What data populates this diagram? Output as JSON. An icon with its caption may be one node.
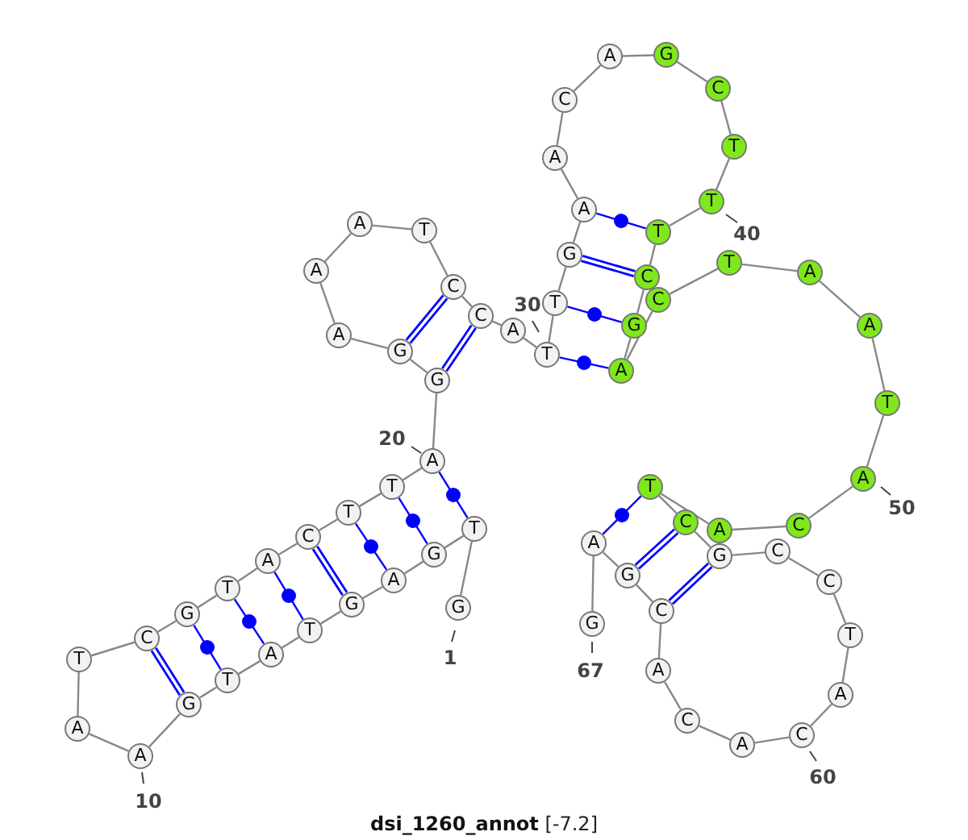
{
  "diagram": {
    "caption": "**dsi_1260_annot** [-7.2]",
    "nodes": [
      {
        "text": [
          "G"
        ],
        "beside": [
          "1"
        ]
      },
      {
        "text": [
          "T"
        ]
      },
      {
        "text": [
          "G"
        ]
      },
      {
        "text": [
          "A"
        ]
      },
      {
        "text": [
          "G"
        ]
      },
      {
        "text": [
          "T"
        ]
      },
      {
        "text": [
          "A"
        ]
      },
      {
        "text": [
          "T"
        ]
      },
      {
        "text": [
          "G"
        ]
      },
      {
        "text": [
          "A"
        ],
        "beside": [
          "10"
        ]
      },
      {
        "text": [
          "A"
        ]
      },
      {
        "text": [
          "T"
        ]
      },
      {
        "text": [
          "C"
        ]
      },
      {
        "text": [
          "G"
        ]
      },
      {
        "text": [
          "T"
        ]
      },
      {
        "text": [
          "A"
        ]
      },
      {
        "text": [
          "C"
        ]
      },
      {
        "text": [
          "T"
        ]
      },
      {
        "text": [
          "T"
        ]
      },
      {
        "text": [
          "A"
        ],
        "beside": [
          "20"
        ]
      },
      {
        "text": [
          "G"
        ]
      },
      {
        "text": [
          "G"
        ]
      },
      {
        "text": [
          "A"
        ]
      },
      {
        "text": [
          "A"
        ]
      },
      {
        "text": [
          "A"
        ]
      },
      {
        "text": [
          "T"
        ]
      },
      {
        "text": [
          "C"
        ]
      },
      {
        "text": [
          "C"
        ]
      },
      {
        "text": [
          "A"
        ]
      },
      {
        "text": [
          "T"
        ]
      },
      {
        "text": [
          "T"
        ]
      },
      {
        "text": [
          "G"
        ]
      },
      {
        "text": [
          "A"
        ]
      },
      {
        "text": [
          "A"
        ]
      },
      {
        "text": [
          "C"
        ]
      },
      {
        "text": [
          "A"
        ]
      },
      {
        "text": [
          "G"
        ]
      },
      {
        "text": [
          "C"
        ]
      },
      {
        "text": [
          "T"
        ]
      },
      {
        "text": [
          "T"
        ],
        "beside": [
          "40"
        ]
      },
      {
        "text": [
          "T"
        ]
      },
      {
        "text": [
          "C"
        ]
      },
      {
        "text": [
          "G"
        ]
      },
      {
        "text": [
          "A"
        ]
      },
      {
        "text": [
          "C"
        ]
      },
      {
        "text": [
          "T"
        ]
      },
      {
        "text": [
          "A"
        ]
      },
      {
        "text": [
          "A"
        ]
      },
      {
        "text": [
          "T"
        ]
      },
      {
        "text": [
          "A"
        ],
        "beside": [
          "50"
        ]
      },
      {
        "text": [
          "C"
        ]
      },
      {
        "text": [
          "A"
        ]
      },
      {
        "text": [
          "T"
        ]
      },
      {
        "text": [
          "C"
        ]
      },
      {
        "text": [
          "G"
        ]
      },
      {
        "text": [
          "C"
        ]
      },
      {
        "text": [
          "C"
        ]
      },
      {
        "text": [
          "T"
        ]
      },
      {
        "text": [
          "A"
        ]
      },
      {
        "text": [
          "C"
        ],
        "beside": [
          "60"
        ]
      },
      {
        "text": [
          "A"
        ]
      },
      {
        "text": [
          "C"
        ]
      },
      {
        "text": [
          "A"
        ]
      },
      {
        "text": [
          "C"
        ]
      },
      {
        "text": [
          "G"
        ]
      },
      {
        "text": [
          "A"
        ]
      },
      {
        "text": [
          "G"
        ],
        "beside": [
          "67"
        ]
      }
    ],
    "edges": [
      {
        "from": 0,
        "to": 1,
        "arrow": "none"
      },
      {
        "from": 1,
        "to": 2,
        "arrow": "none"
      },
      {
        "from": 2,
        "to": 3,
        "arrow": "none"
      },
      {
        "from": 3,
        "to": 4,
        "arrow": "none"
      },
      {
        "from": 4,
        "to": 5,
        "arrow": "none"
      },
      {
        "from": 5,
        "to": 6,
        "arrow": "none"
      },
      {
        "from": 6,
        "to": 7,
        "arrow": "none"
      },
      {
        "from": 7,
        "to": 8,
        "arrow": "none"
      },
      {
        "from": 8,
        "to": 9,
        "arrow": "none"
      },
      {
        "from": 9,
        "to": 10,
        "arrow": "none"
      },
      {
        "from": 10,
        "to": 11,
        "arrow": "none"
      },
      {
        "from": 11,
        "to": 12,
        "arrow": "none"
      },
      {
        "from": 12,
        "to": 13,
        "arrow": "none"
      },
      {
        "from": 13,
        "to": 14,
        "arrow": "none"
      },
      {
        "from": 14,
        "to": 15,
        "arrow": "none"
      },
      {
        "from": 15,
        "to": 16,
        "arrow": "none"
      },
      {
        "from": 16,
        "to": 17,
        "arrow": "none"
      },
      {
        "from": 17,
        "to": 18,
        "arrow": "none"
      },
      {
        "from": 18,
        "to": 19,
        "arrow": "none"
      },
      {
        "from": 19,
        "to": 20,
        "arrow": "none"
      },
      {
        "from": 20,
        "to": 21,
        "arrow": "none"
      },
      {
        "from": 21,
        "to": 22,
        "arrow": "none"
      },
      {
        "from": 22,
        "to": 23,
        "arrow": "none"
      },
      {
        "from": 23,
        "to": 24,
        "arrow": "none"
      },
      {
        "from": 24,
        "to": 25,
        "arrow": "none"
      },
      {
        "from": 25,
        "to": 26,
        "arrow": "none"
      },
      {
        "from": 26,
        "to": 27,
        "arrow": "none"
      },
      {
        "from": 27,
        "to": 28,
        "arrow": "none"
      },
      {
        "from": 28,
        "to": 29,
        "arrow": "none"
      },
      {
        "from": 29,
        "to": 30,
        "arrow": "none"
      },
      {
        "from": 30,
        "to": 31,
        "arrow": "none"
      },
      {
        "from": 31,
        "to": 32,
        "arrow": "none"
      },
      {
        "from": 32,
        "to": 33,
        "arrow": "none"
      },
      {
        "from": 33,
        "to": 34,
        "arrow": "none"
      },
      {
        "from": 34,
        "to": 35,
        "arrow": "none"
      },
      {
        "from": 35,
        "to": 36,
        "arrow": "none"
      },
      {
        "from": 36,
        "to": 37,
        "arrow": "none"
      },
      {
        "from": 37,
        "to": 38,
        "arrow": "none"
      },
      {
        "from": 38,
        "to": 39,
        "arrow": "none"
      },
      {
        "from": 39,
        "to": 40,
        "arrow": "none"
      },
      {
        "from": 40,
        "to": 41,
        "arrow": "none"
      },
      {
        "from": 41,
        "to": 42,
        "arrow": "none"
      },
      {
        "from": 42,
        "to": 43,
        "arrow": "none"
      },
      {
        "from": 43,
        "to": 44,
        "arrow": "none"
      },
      {
        "from": 44,
        "to": 45,
        "arrow": "none"
      },
      {
        "from": 45,
        "to": 46,
        "arrow": "none"
      },
      {
        "from": 46,
        "to": 47,
        "arrow": "none"
      },
      {
        "from": 47,
        "to": 48,
        "arrow": "none"
      },
      {
        "from": 48,
        "to": 49,
        "arrow": "none"
      },
      {
        "from": 49,
        "to": 50,
        "arrow": "none"
      },
      {
        "from": 50,
        "to": 51,
        "arrow": "none"
      },
      {
        "from": 51,
        "to": 52,
        "arrow": "none"
      },
      {
        "from": 52,
        "to": 53,
        "arrow": "none"
      },
      {
        "from": 53,
        "to": 54,
        "arrow": "none"
      },
      {
        "from": 54,
        "to": 55,
        "arrow": "none"
      },
      {
        "from": 55,
        "to": 56,
        "arrow": "none"
      },
      {
        "from": 56,
        "to": 57,
        "arrow": "none"
      },
      {
        "from": 57,
        "to": 58,
        "arrow": "none"
      },
      {
        "from": 58,
        "to": 59,
        "arrow": "none"
      },
      {
        "from": 59,
        "to": 60,
        "arrow": "none"
      },
      {
        "from": 60,
        "to": 61,
        "arrow": "none"
      },
      {
        "from": 61,
        "to": 62,
        "arrow": "none"
      },
      {
        "from": 62,
        "to": 63,
        "arrow": "none"
      },
      {
        "from": 63,
        "to": 64,
        "arrow": "none"
      },
      {
        "from": 64,
        "to": 65,
        "arrow": "none"
      },
      {
        "from": 65,
        "to": 66,
        "arrow": "none"
      },
      {
        "from": 1,
        "to": 19,
        "arrow": "none",
        "color": "#0000ff"
      },
      {
        "from": 2,
        "to": 18,
        "arrow": "none",
        "color": "#0000ff"
      },
      {
        "from": 3,
        "to": 17,
        "arrow": "none",
        "color": "#0000ff"
      },
      {
        "from": 4,
        "to": 16,
        "arrow": "none",
        "color": "#0000ff",
        "style": "thick"
      },
      {
        "from": 5,
        "to": 15,
        "arrow": "none",
        "color": "#0000ff"
      },
      {
        "from": 6,
        "to": 14,
        "arrow": "none",
        "color": "#0000ff"
      },
      {
        "from": 7,
        "to": 13,
        "arrow": "none",
        "color": "#0000ff"
      },
      {
        "from": 8,
        "to": 12,
        "arrow": "none",
        "color": "#0000ff",
        "style": "thick"
      },
      {
        "from": 20,
        "to": 27,
        "arrow": "none",
        "color": "#0000ff",
        "style": "thick"
      },
      {
        "from": 21,
        "to": 26,
        "arrow": "none",
        "color": "#0000ff",
        "style": "thick"
      },
      {
        "from": 29,
        "to": 43,
        "arrow": "none",
        "color": "#0000ff"
      },
      {
        "from": 30,
        "to": 42,
        "arrow": "none",
        "color": "#0000ff"
      },
      {
        "from": 31,
        "to": 41,
        "arrow": "none",
        "color": "#0000ff",
        "style": "thick"
      },
      {
        "from": 32,
        "to": 40,
        "arrow": "none",
        "color": "#0000ff"
      },
      {
        "from": 52,
        "to": 65,
        "arrow": "none",
        "color": "#0000ff"
      },
      {
        "from": 53,
        "to": 64,
        "arrow": "none",
        "color": "#0000ff",
        "style": "thick"
      },
      {
        "from": 54,
        "to": 63,
        "arrow": "none",
        "color": "#0000ff",
        "style": "thick"
      }
    ],
    "labels": [
      "30"
    ]
  }
}
